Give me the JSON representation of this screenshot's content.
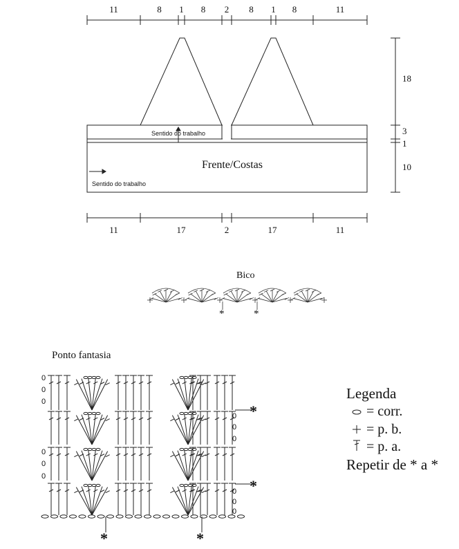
{
  "top_dimensions": [
    "11",
    "8",
    "1",
    "8",
    "2",
    "8",
    "1",
    "8",
    "11"
  ],
  "bottom_dimensions": [
    "11",
    "17",
    "2",
    "17",
    "11"
  ],
  "right_dimensions": [
    "18",
    "3",
    "1",
    "10"
  ],
  "panel_label": "Frente/Costas",
  "direction_label_upper": "Sentido do trabalho",
  "direction_label_lower": "Sentido do trabalho",
  "bico_title": "Bico",
  "ponto_title": "Ponto fantasia",
  "legend": {
    "title": "Legenda",
    "items": [
      {
        "symbol": "chain-oval-icon",
        "text": "= corr."
      },
      {
        "symbol": "plus-icon",
        "text": "= p. b."
      },
      {
        "symbol": "double-crochet-icon",
        "text": "= p. a."
      }
    ],
    "repeat": "Repetir de * a *"
  },
  "repeat_marker": "*",
  "chain_marker": "0"
}
